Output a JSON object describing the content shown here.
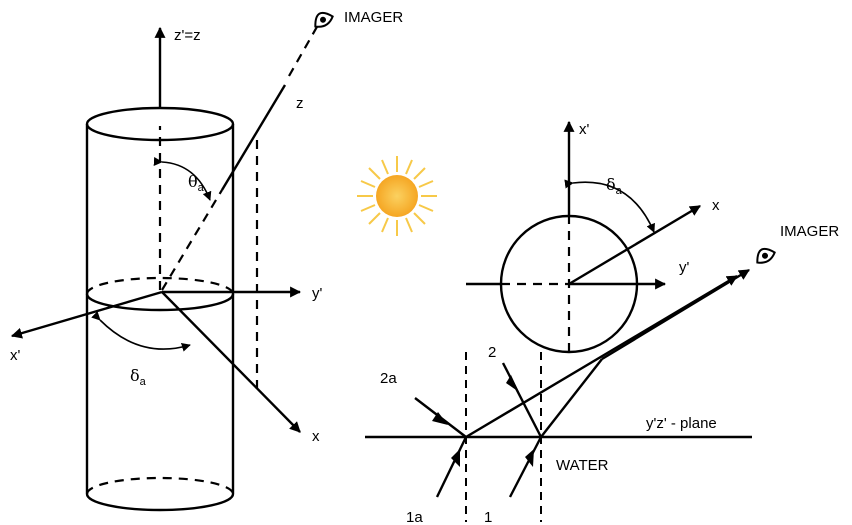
{
  "left_diagram": {
    "labels": {
      "z_prime_eq_z": "z'=z",
      "imager": "IMAGER",
      "z": "z",
      "theta": "θ",
      "theta_sub": "a",
      "y_prime": "y'",
      "x_prime": "x'",
      "delta": "δ",
      "delta_sub": "a",
      "x": "x"
    }
  },
  "right_diagram": {
    "labels": {
      "x_prime": "x'",
      "delta": "δ",
      "delta_sub": "a",
      "x": "x",
      "y_prime": "y'",
      "imager": "IMAGER",
      "ray_2": "2",
      "ray_2a": "2a",
      "plane": "y'z' - plane",
      "water": "WATER",
      "ray_1a": "1a",
      "ray_1": "1"
    }
  },
  "icons": {
    "sun": "sun-icon",
    "eye_left": "eye-icon",
    "eye_right": "eye-icon"
  },
  "colors": {
    "sun_core": "#f5a623",
    "sun_rays": "#f7c948",
    "ink": "#000000"
  }
}
